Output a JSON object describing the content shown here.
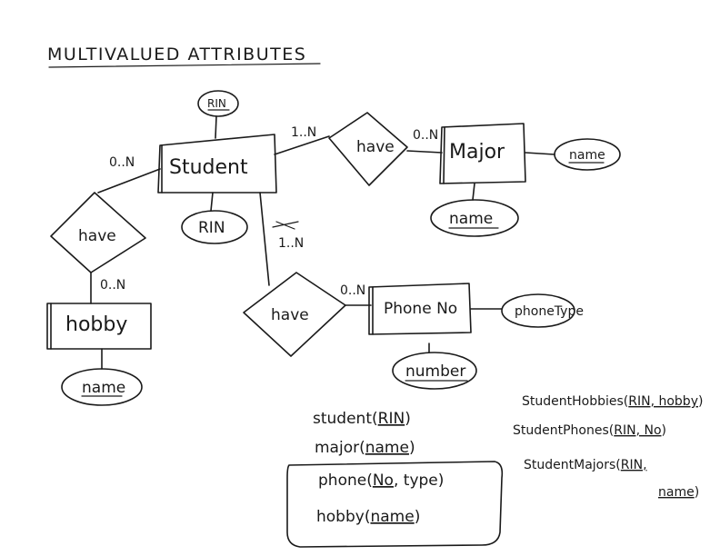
{
  "title": "MULTIVALUED ATTRIBUTES",
  "entities": {
    "student": "Student",
    "major": "Major",
    "phone": "Phone No",
    "hobby": "hobby"
  },
  "relationships": {
    "student_major": "have",
    "student_hobby": "have",
    "student_phone": "have"
  },
  "attributes": {
    "student_key": "RIN",
    "student_rin": "RIN",
    "major_name_right": "name",
    "major_name_below": "name",
    "phone_type": "phoneType",
    "phone_number": "number",
    "hobby_name": "name"
  },
  "cardinalities": {
    "student_major_left": "1..N",
    "student_major_right": "0..N",
    "student_hobby_top": "0..N",
    "student_hobby_bottom": "0..N",
    "student_phone_top": "1..N",
    "student_phone_right": "0..N"
  },
  "schema_left": [
    {
      "name": "student",
      "open": "(",
      "key": "RIN",
      "rest": "",
      "close": ")"
    },
    {
      "name": "major",
      "open": "(",
      "key": "name",
      "rest": "",
      "close": ")"
    },
    {
      "name": "phone",
      "open": "(",
      "key": "No",
      "rest": ", type",
      "close": ")"
    },
    {
      "name": "hobby",
      "open": "(",
      "key": "name",
      "rest": "",
      "close": ")"
    }
  ],
  "schema_right": [
    {
      "name": "StudentHobbies",
      "open": "(",
      "key": "RIN, hobby",
      "close": ")"
    },
    {
      "name": "StudentPhones",
      "open": "(",
      "key": "RIN, No",
      "close": ")"
    },
    {
      "name": "StudentMajors",
      "open": "(",
      "key": "RIN,",
      "close": ""
    },
    {
      "name": "",
      "open": "",
      "key": "name",
      "close": ")"
    }
  ]
}
